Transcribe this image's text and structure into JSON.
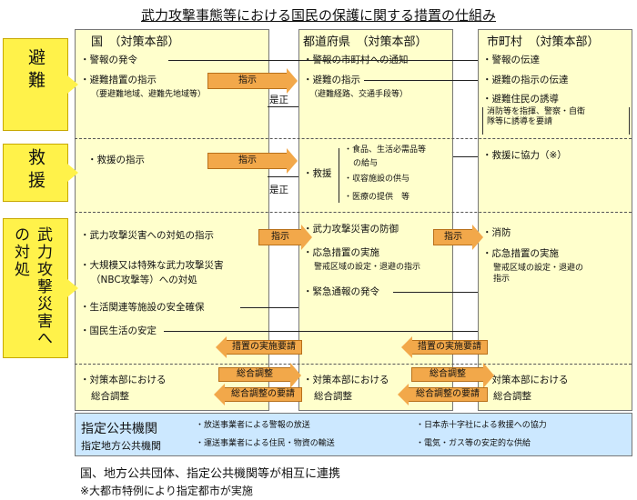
{
  "title": "武力攻撃事態等における国民の保護に関する措置の仕組み",
  "columns": {
    "national": "国　（対策本部）",
    "prefecture": "都道府県　（対策本部）",
    "municipality": "市町村　（対策本部）"
  },
  "categories": {
    "evacuation": "避難",
    "relief": "救援",
    "disaster": "武力攻撃災害への対処"
  },
  "national": {
    "alert": "・警報の発令",
    "evac_order": "・避難措置の指示",
    "evac_note": "（要避難地域、避難先地域等）",
    "relief": "・救援の指示",
    "disaster_order": "・武力攻撃災害への対処の指示",
    "nbc_1": "・大規模又は特殊な武力攻撃災害",
    "nbc_2": "（NBC攻撃等）への対処",
    "facility": "・生活関連等施設の安全確保",
    "stability": "・国民生活の安定",
    "coord_1": "・対策本部における",
    "coord_2": "総合調整"
  },
  "prefecture": {
    "notify": "・警報の市町村への通知",
    "evac_order": "・避難の指示",
    "evac_note": "（避難経路、交通手段等）",
    "relief": "・救援",
    "relief_items": [
      "・食品、生活必需品等",
      "の給与",
      "・収容施設の供与",
      "・医療の提供　等"
    ],
    "defense": "・武力攻撃災害の防御",
    "emergency": "・応急措置の実施",
    "emergency_note": "警戒区域の設定・退避の指示",
    "notice": "・緊急通報の発令",
    "coord_1": "・対策本部における",
    "coord_2": "総合調整"
  },
  "municipality": {
    "alert": "・警報の伝達",
    "evac_relay": "・避難の指示の伝達",
    "guidance": "・避難住民の誘導",
    "guidance_note": [
      "消防等を指揮、警察・自衛",
      "隊等に誘導を要請"
    ],
    "relief": "・救援に協力（※）",
    "firefight": "・消防",
    "emergency": "・応急措置の実施",
    "emergency_note": [
      "警戒区域の設定・退避の",
      "指示"
    ],
    "coord_1": "・対策本部における",
    "coord_2": "総合調整"
  },
  "arrows": {
    "instruct": "指示",
    "correct": "是正",
    "request": "措置の実施要請",
    "coordinate": "総合調整",
    "coordinate_request": "総合調整の要請"
  },
  "designated": {
    "title": "指定公共機関",
    "subtitle": "指定地方公共機関",
    "items": [
      "・放送事業者による警報の放送",
      "・運送事業者による住民・物資の輸送",
      "・日本赤十字社による救援への協力",
      "・電気・ガス等の安定的な供給"
    ]
  },
  "footer": {
    "line1": "国、地方公共団体、指定公共機関等が相互に連携",
    "line2": "※大都市特例により指定都市が実施"
  }
}
